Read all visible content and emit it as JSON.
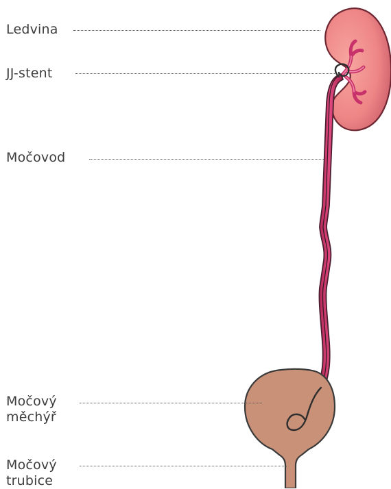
{
  "labels": {
    "kidney": "Ledvina",
    "stent": "JJ-stent",
    "ureter": "Močovod",
    "bladder_line1": "Močový",
    "bladder_line2": "měchýř",
    "urethra_line1": "Močový",
    "urethra_line2": "trubice"
  },
  "colors": {
    "kidney_fill": "#f08a8a",
    "kidney_outline": "#7a2a2a",
    "ureter_fill": "#d23a6e",
    "bladder_fill": "#c99178",
    "outline": "#3a3a3a",
    "label_text": "#3d3d3d"
  }
}
